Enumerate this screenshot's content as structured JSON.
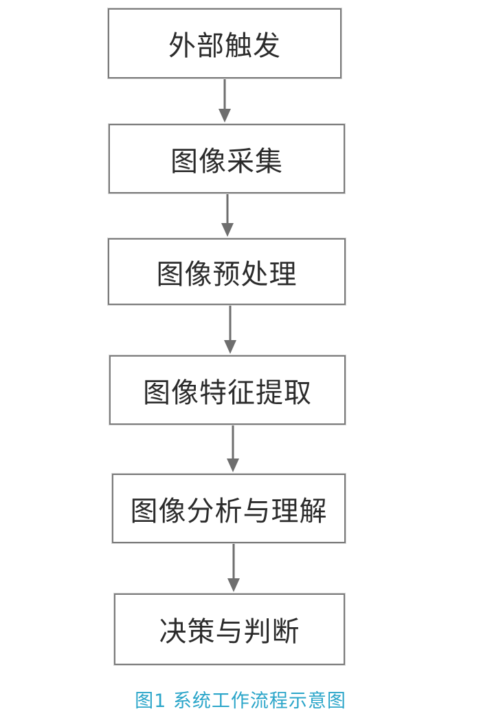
{
  "steps": [
    {
      "label": "外部触发"
    },
    {
      "label": "图像采集"
    },
    {
      "label": "图像预处理"
    },
    {
      "label": "图像特征提取"
    },
    {
      "label": "图像分析与理解"
    },
    {
      "label": "决策与判断"
    }
  ],
  "caption": "图1 系统工作流程示意图",
  "colors": {
    "box_border": "#7a7a7a",
    "arrow": "#6e6e6e",
    "text": "#2b2b2b",
    "caption": "#2aa5c9"
  }
}
